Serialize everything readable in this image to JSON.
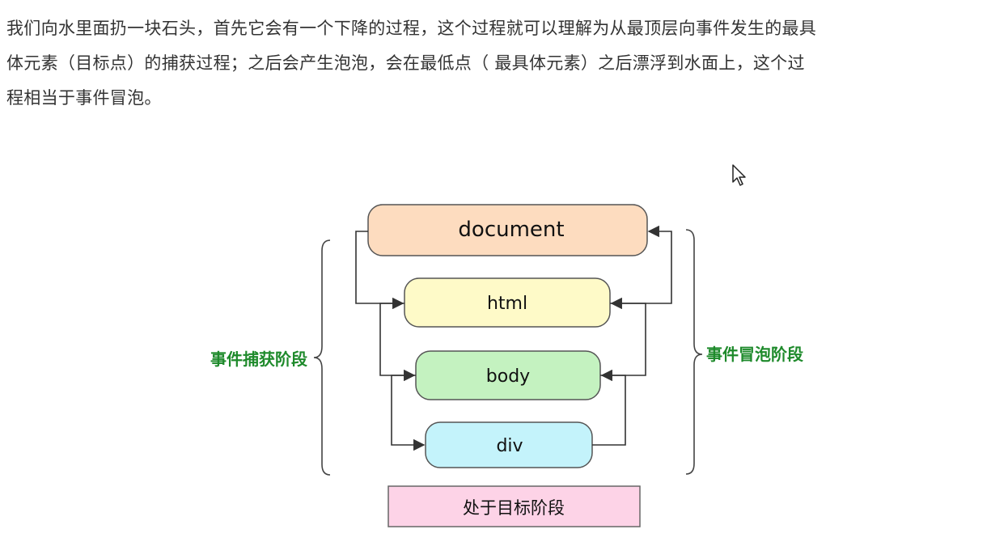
{
  "paragraph": {
    "lines": [
      "我们向水里面扔一块石头，首先它会有一个下降的过程，这个过程就可以理解为从最顶层向事件发生的最具",
      "体元素（目标点）的捕获过程；之后会产生泡泡，会在最低点（ 最具体元素）之后漂浮到水面上，这个过",
      "程相当于事件冒泡。"
    ]
  },
  "diagram": {
    "nodes": {
      "document": {
        "label": "document",
        "fill": "#fddcbf"
      },
      "html": {
        "label": "html",
        "fill": "#fefac8"
      },
      "body": {
        "label": "body",
        "fill": "#c4f2c0"
      },
      "div": {
        "label": "div",
        "fill": "#c4f3fb"
      }
    },
    "target_phase": {
      "label": "处于目标阶段",
      "fill": "#fdd3e7"
    },
    "capture_phase": {
      "label": "事件捕获阶段",
      "color": "#1e8a2b"
    },
    "bubble_phase": {
      "label": "事件冒泡阶段",
      "color": "#1e8a2b"
    },
    "line_color": "#333333"
  }
}
